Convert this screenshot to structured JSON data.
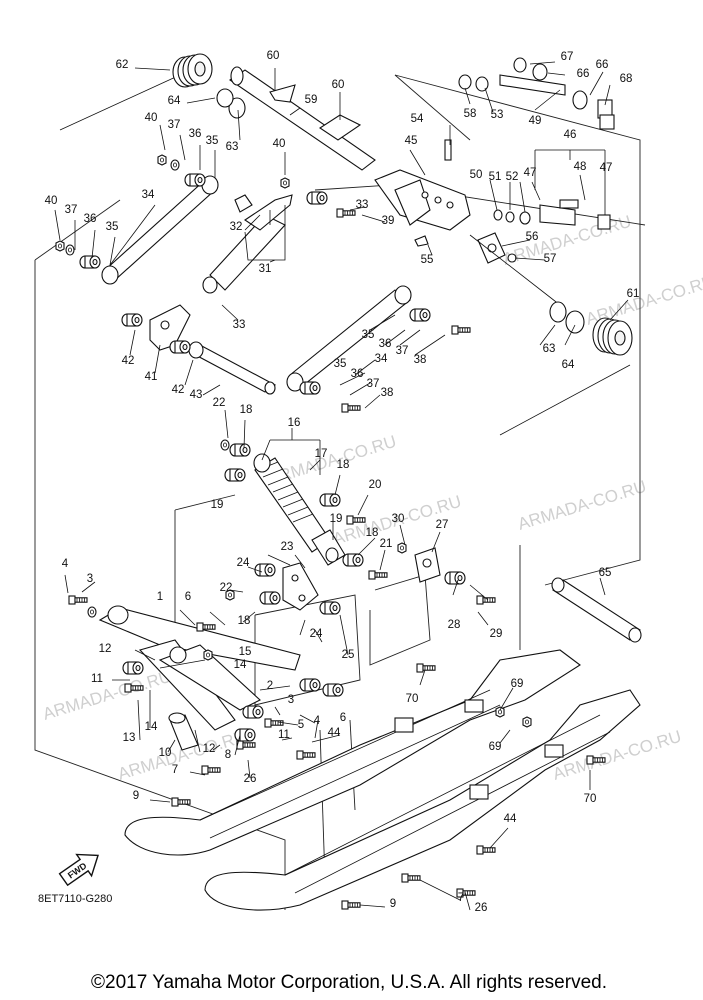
{
  "diagram": {
    "watermark": "ARMADA-CO.RU",
    "fwd_label": "FWD",
    "drawing_code": "8ET7110-G280",
    "copyright": "©2017 Yamaha Motor Corporation, U.S.A. All rights reserved.",
    "callouts": [
      "62",
      "60",
      "60",
      "64",
      "59",
      "67",
      "66",
      "66",
      "68",
      "58",
      "53",
      "49",
      "40",
      "37",
      "36",
      "35",
      "63",
      "40",
      "54",
      "46",
      "45",
      "50",
      "51",
      "52",
      "47",
      "48",
      "47",
      "33",
      "39",
      "40",
      "37",
      "36",
      "35",
      "34",
      "32",
      "31",
      "56",
      "55",
      "57",
      "33",
      "63",
      "64",
      "61",
      "42",
      "41",
      "42",
      "43",
      "35",
      "36",
      "37",
      "38",
      "34",
      "35",
      "36",
      "37",
      "38",
      "22",
      "18",
      "16",
      "17",
      "18",
      "19",
      "20",
      "19",
      "30",
      "27",
      "18",
      "21",
      "24",
      "23",
      "22",
      "18",
      "4",
      "3",
      "6",
      "15",
      "14",
      "1",
      "12",
      "11",
      "13",
      "14",
      "10",
      "8",
      "12",
      "2",
      "3",
      "5",
      "4",
      "6",
      "11",
      "44",
      "26",
      "7",
      "9",
      "24",
      "25",
      "28",
      "29",
      "65",
      "70",
      "69",
      "69",
      "70",
      "44",
      "7",
      "26",
      "9"
    ]
  }
}
